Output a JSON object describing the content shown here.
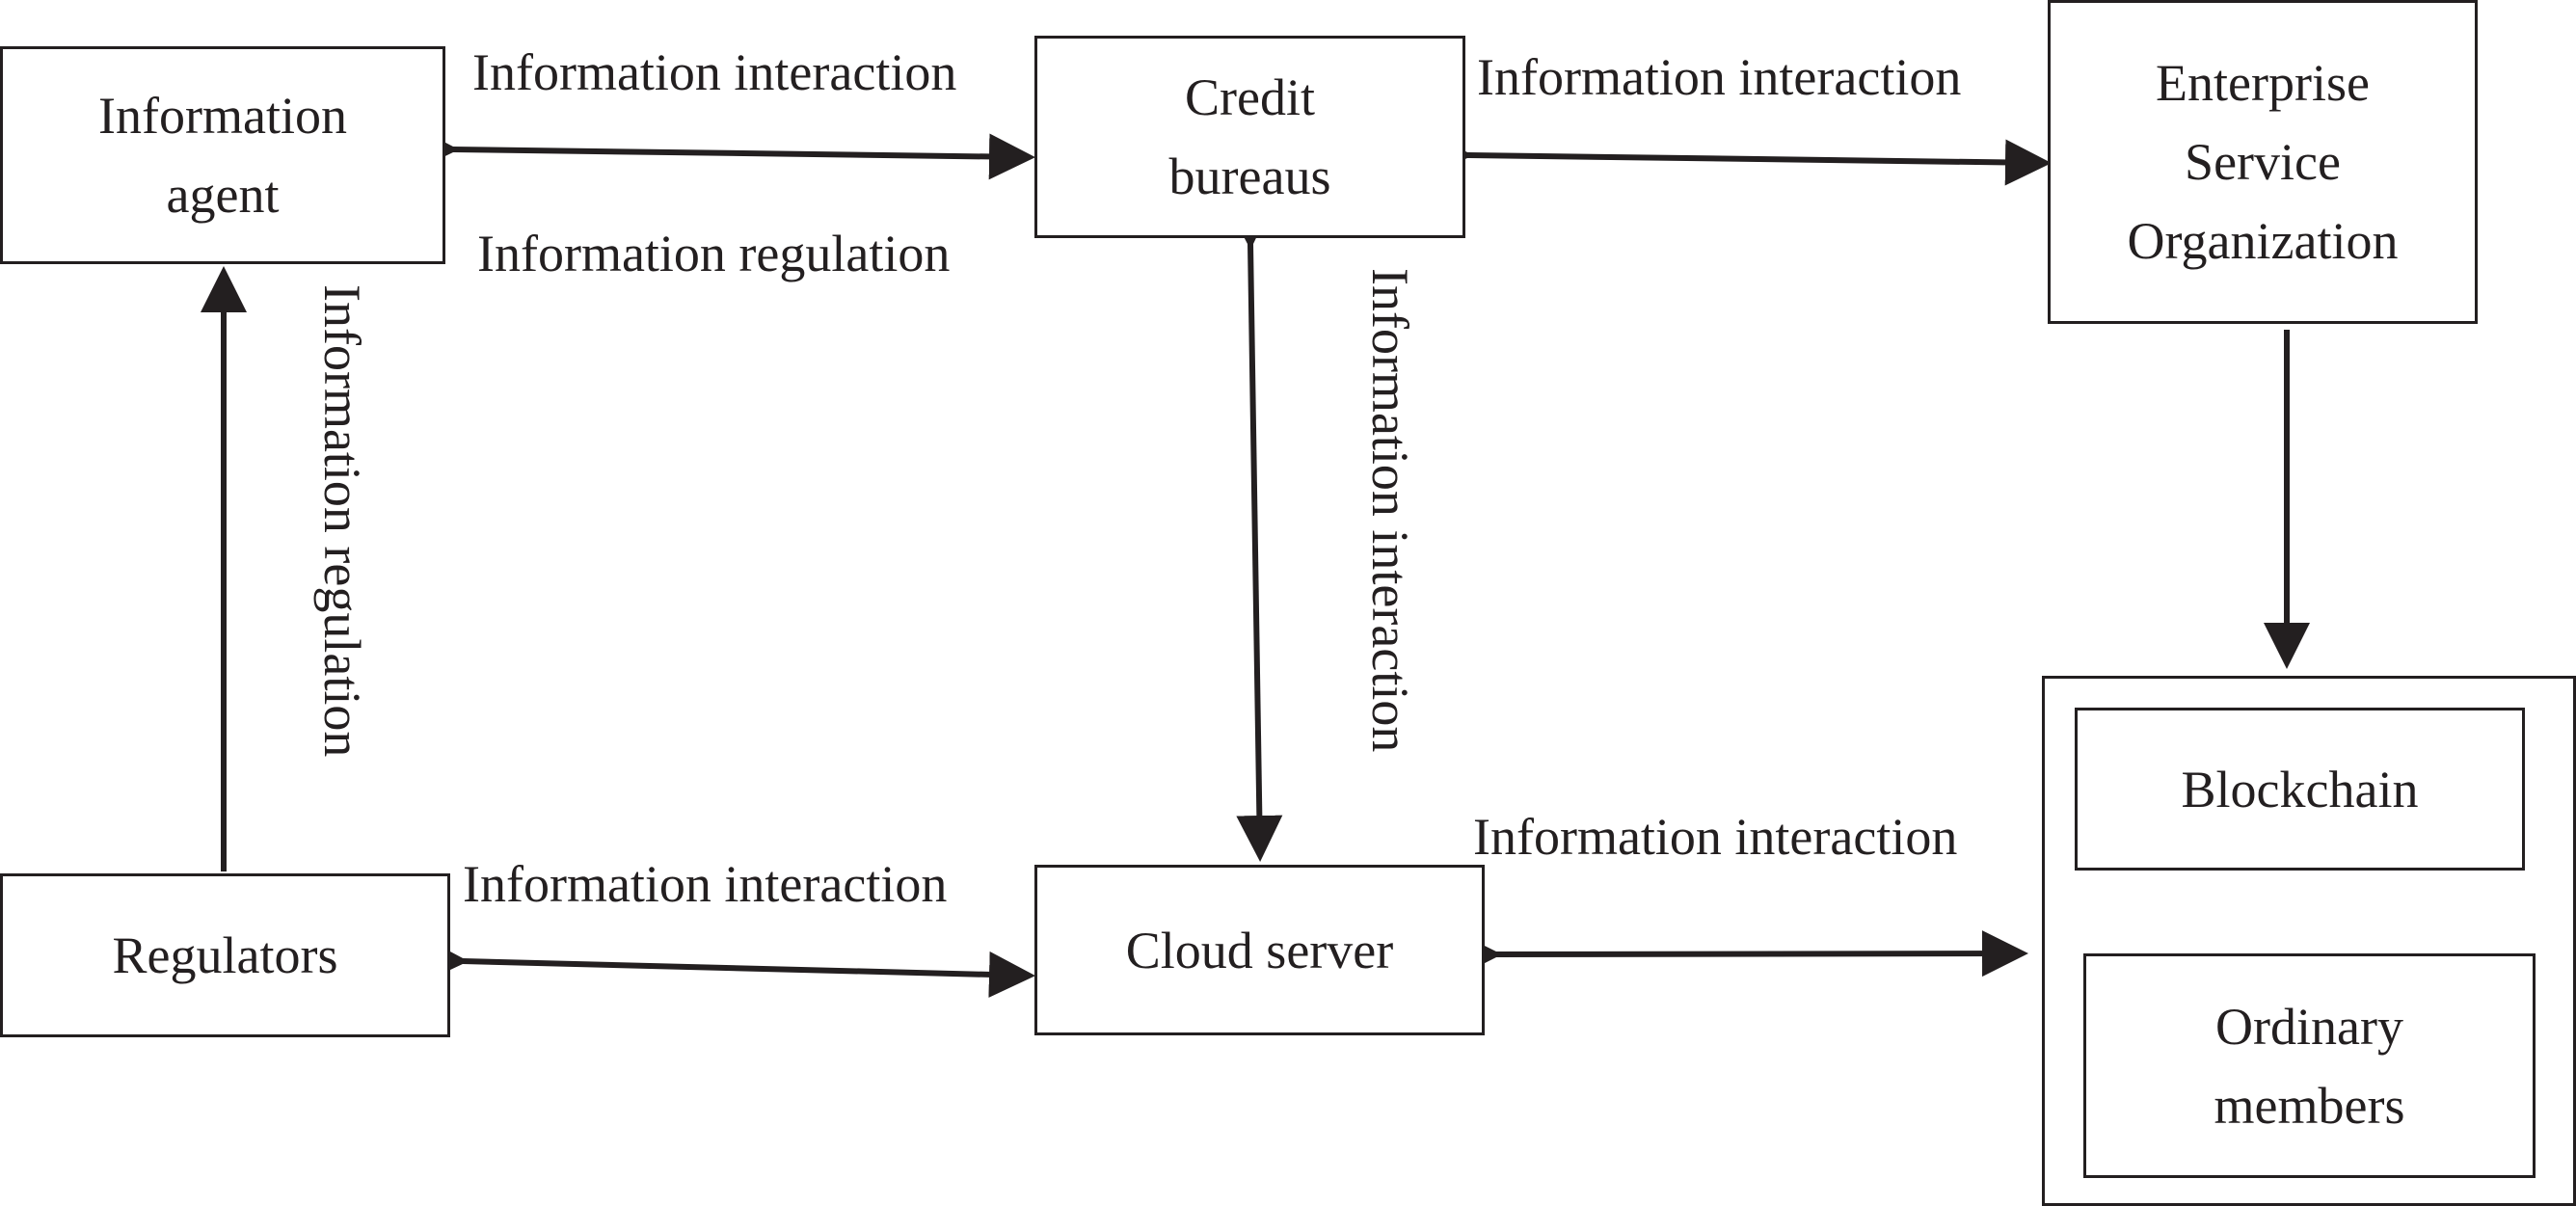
{
  "nodes": {
    "information_agent": "Information agent",
    "credit_bureaus": "Credit bureaus",
    "enterprise_service_organization": "Enterprise Service Organization",
    "regulators": "Regulators",
    "cloud_server": "Cloud server",
    "blockchain": "Blockchain",
    "ordinary_members": "Ordinary members"
  },
  "edges": {
    "agent_bureaus_top": "Information interaction",
    "agent_bureaus_bottom": "Information regulation",
    "bureaus_enterprise": "Information interaction",
    "regulators_agent": "Information regulation",
    "bureaus_cloud": "Information interaction",
    "regulators_cloud": "Information interaction",
    "cloud_blockchain_group": "Information interaction"
  },
  "colors": {
    "stroke": "#231f20",
    "background": "#ffffff"
  }
}
